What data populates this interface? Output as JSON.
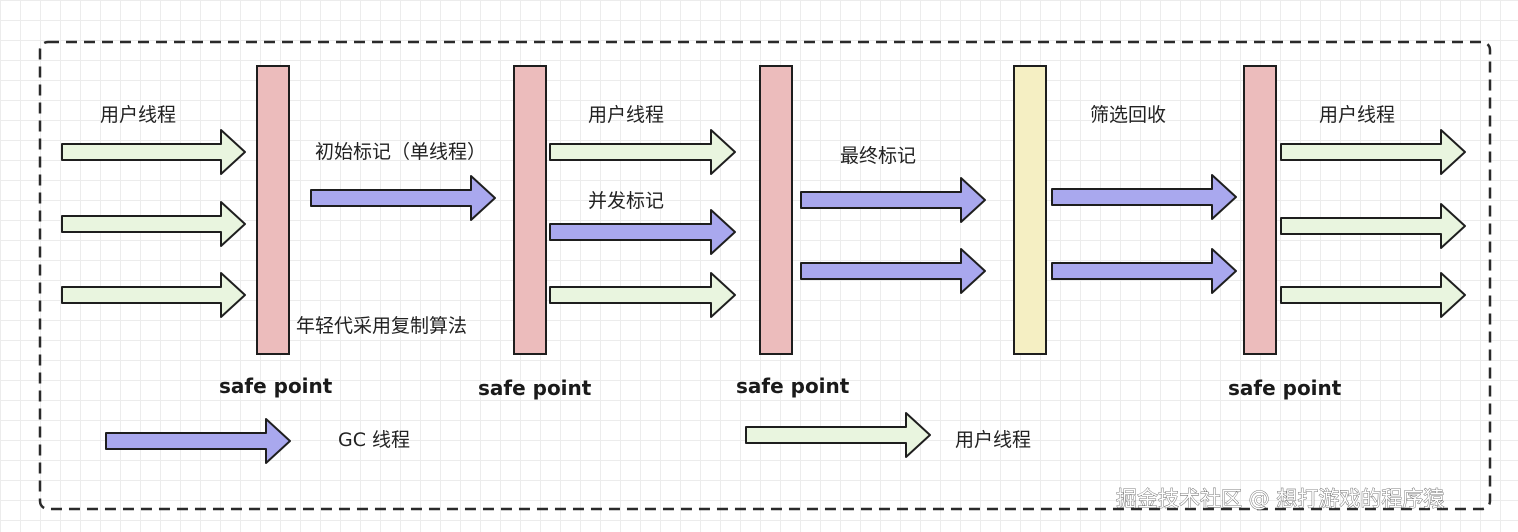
{
  "labels": {
    "user_thread_1": "用户线程",
    "initial_mark": "初始标记（单线程）",
    "young_gen": "年轻代采用复制算法",
    "user_thread_2": "用户线程",
    "concurrent_mark": "并发标记",
    "final_mark": "最终标记",
    "filter_recycle": "筛选回收",
    "user_thread_3": "用户线程"
  },
  "safe_point_label": "safe point",
  "legend": {
    "gc_thread": "GC 线程",
    "user_thread": "用户线程"
  },
  "watermark": "掘金技术社区 @ 想打游戏的程序猿",
  "colors": {
    "user_arrow_fill": "#e9f5df",
    "gc_arrow_fill": "#a9a8ee",
    "safepoint_fill": "#ecbcbc",
    "recycle_bar_fill": "#f5efc3",
    "stroke": "#1e1e1e",
    "border": "#2a2a2a"
  }
}
